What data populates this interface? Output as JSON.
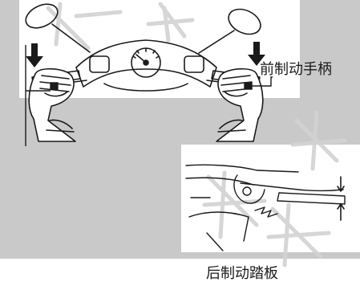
{
  "labels": {
    "front_brake_lever": "前制动手柄",
    "rear_brake_pedal": "后制动踏板"
  },
  "colors": {
    "page_gray": "#c9c9c9",
    "panel_white": "#ffffff",
    "ink": "#1a1a1a",
    "watermark": "#d2d2d2"
  },
  "illustrations": {
    "top": "handlebar-with-front-brake-levers",
    "bottom": "rear-brake-pedal-detail"
  }
}
